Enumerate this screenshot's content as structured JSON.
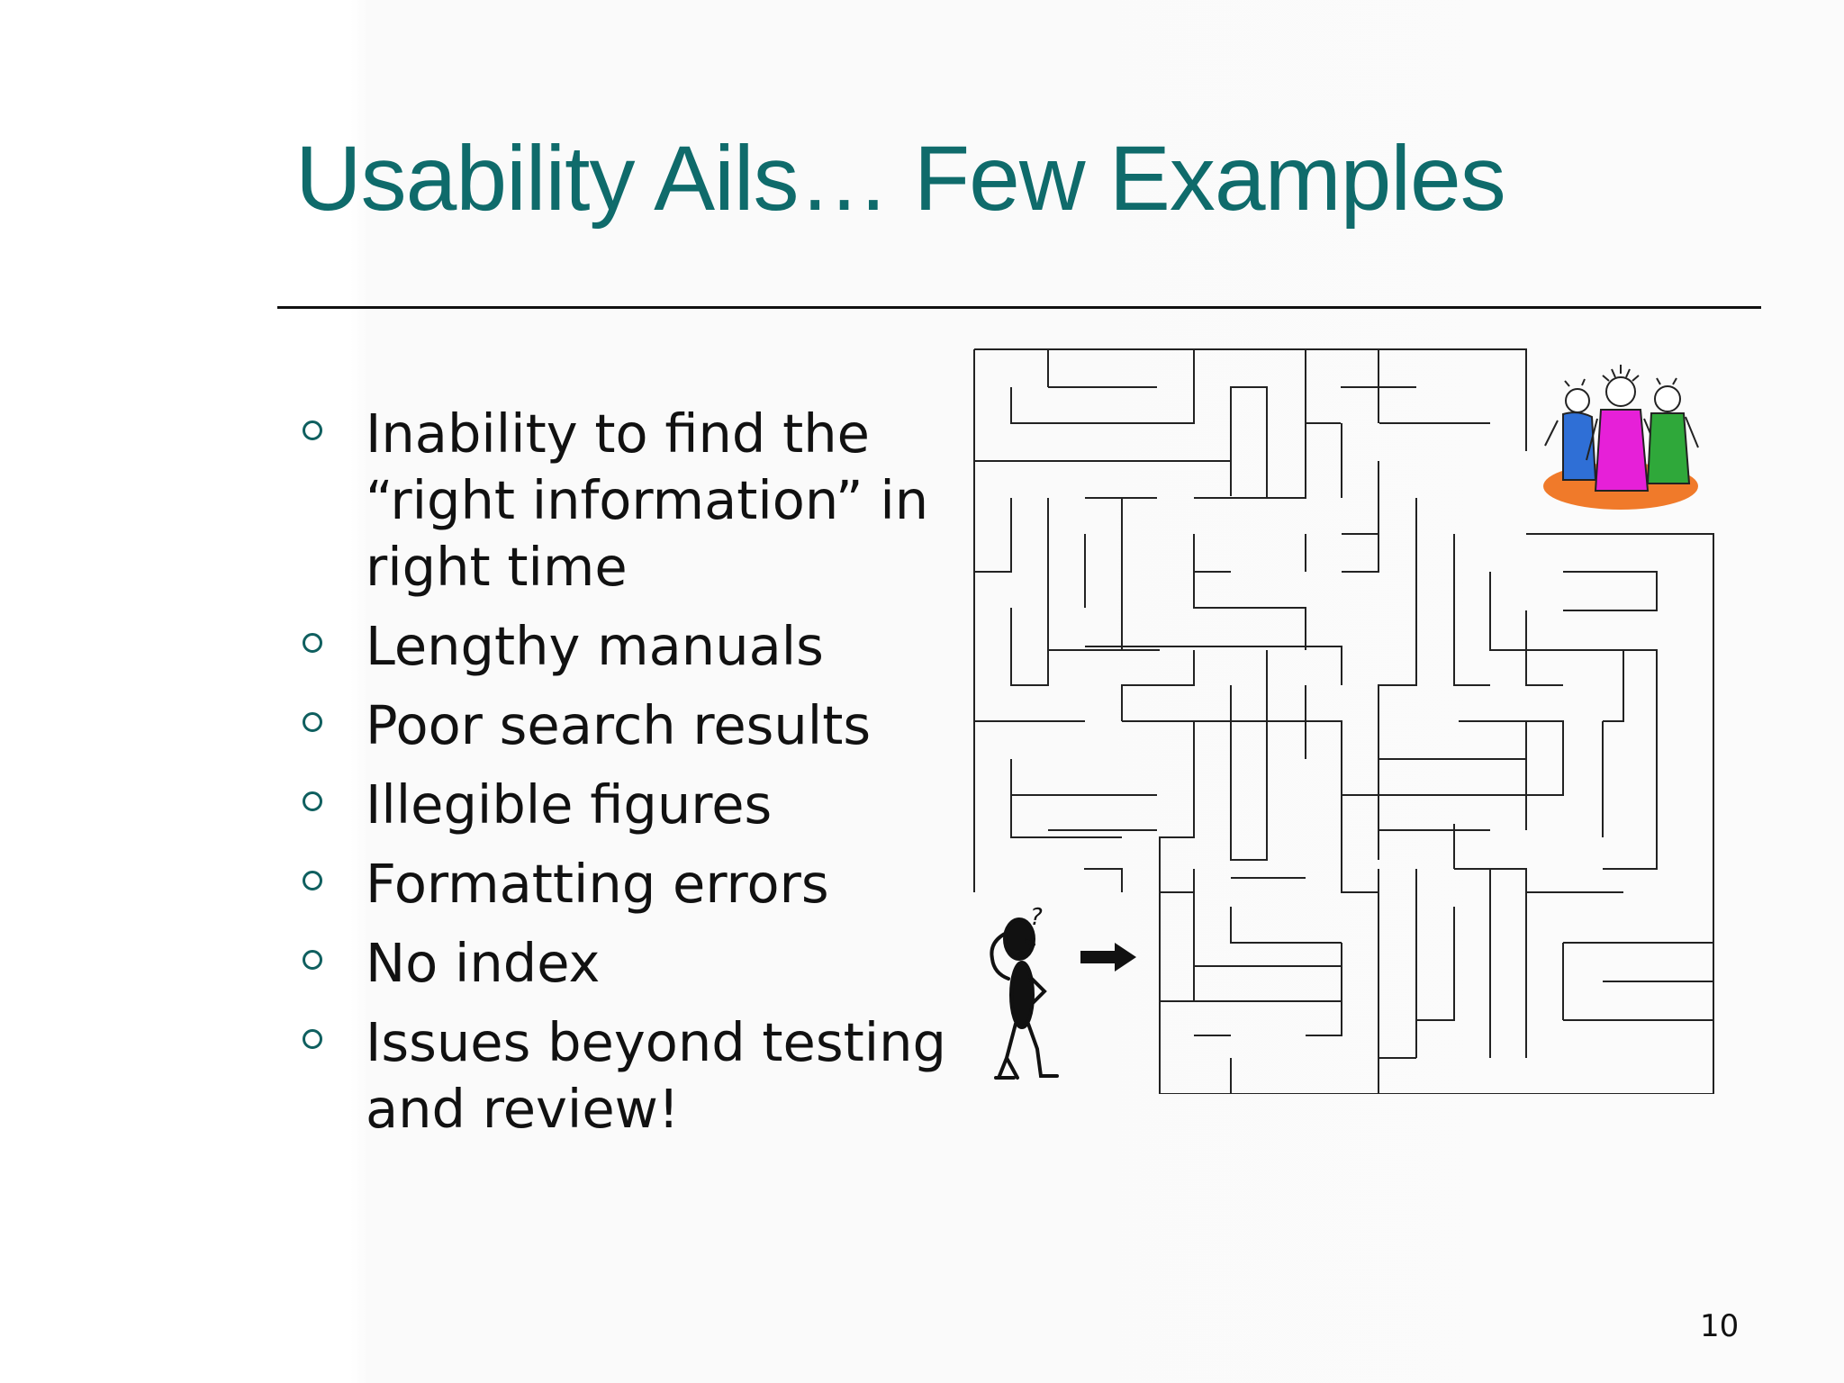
{
  "slide": {
    "title": "Usability Ails… Few Examples",
    "bullets": [
      "Inability to find the “right information” in right time",
      "Lengthy manuals",
      "Poor search results",
      "Illegible figures",
      "Formatting errors",
      "No index",
      "Issues beyond testing and review!"
    ],
    "thinker_mark": "?",
    "page_number": "10"
  },
  "colors": {
    "title": "#0f6b6b",
    "bullet_marker": "#0f5f5f",
    "text": "#111111"
  },
  "icons": [
    "maze-illustration",
    "group-of-people-illustration",
    "confused-person-icon",
    "right-arrow-icon"
  ]
}
